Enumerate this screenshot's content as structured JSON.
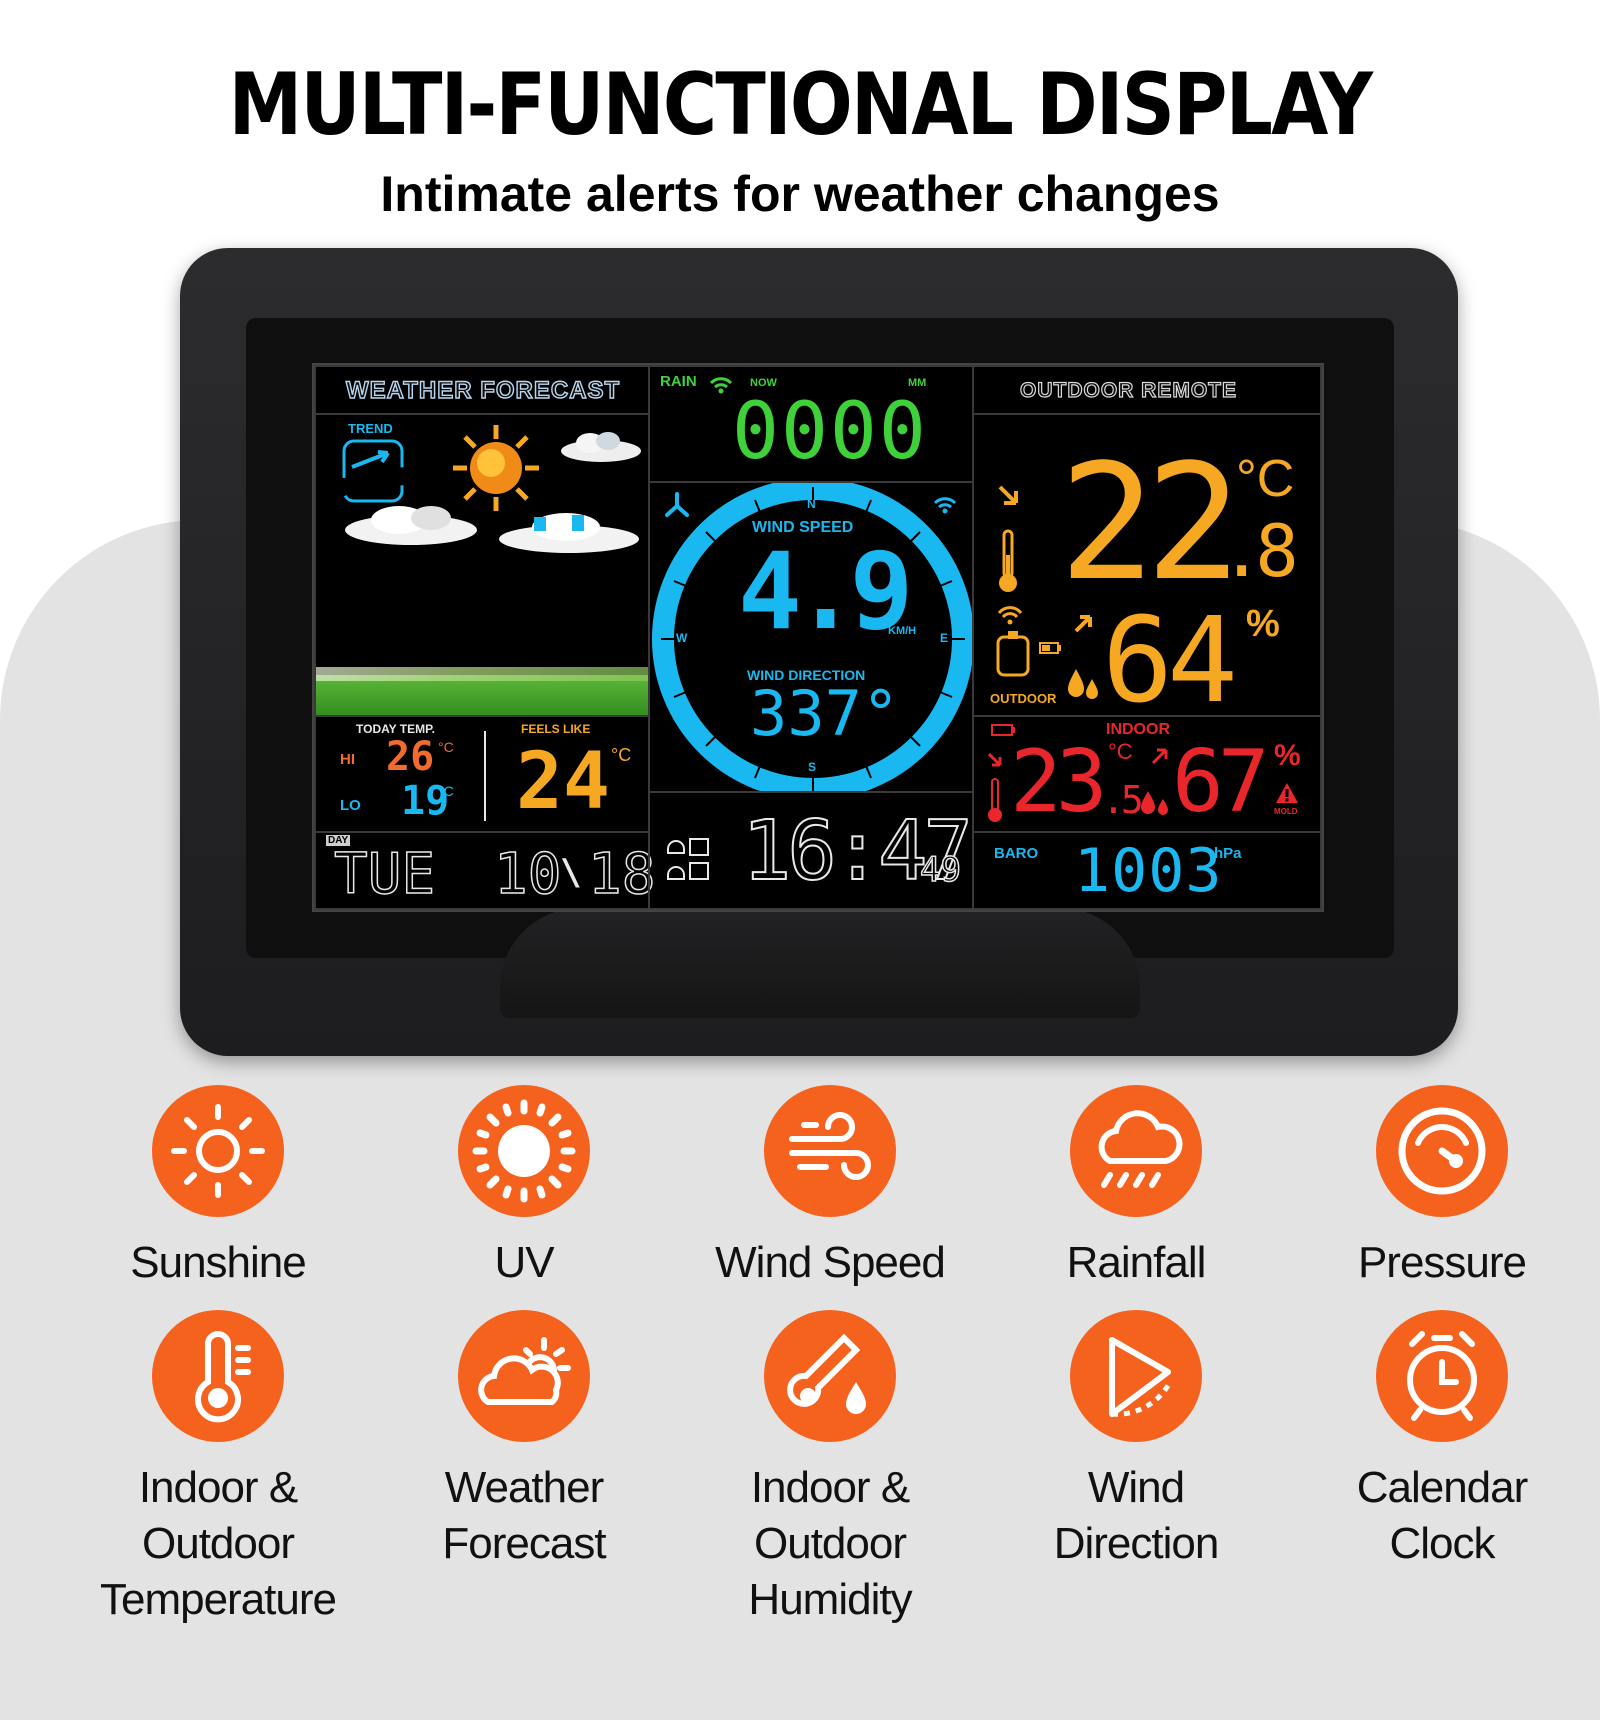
{
  "header": {
    "title": "MULTI-FUNCTIONAL DISPLAY",
    "subtitle": "Intimate alerts for weather changes"
  },
  "screen": {
    "forecast": {
      "title": "WEATHER FORECAST",
      "trend_label": "TREND"
    },
    "rain": {
      "label": "RAIN",
      "now_label": "NOW",
      "unit": "MM",
      "value": "0000"
    },
    "wind": {
      "speed_label": "WIND SPEED",
      "speed_value": "4.9",
      "speed_unit": "KM/H",
      "direction_label": "WIND DIRECTION",
      "direction_value": "337°",
      "compass_n": "N",
      "compass_s": "S",
      "compass_e": "E",
      "compass_w": "W"
    },
    "outdoor": {
      "title": "OUTDOOR REMOTE",
      "temp_main": "22",
      "temp_decimal": ".8",
      "temp_unit": "°C",
      "humidity": "64",
      "humidity_unit": "%",
      "label": "OUTDOOR"
    },
    "today": {
      "label": "TODAY TEMP.",
      "hi_label": "HI",
      "hi_value": "26",
      "lo_label": "LO",
      "lo_value": "19",
      "unit": "°C"
    },
    "feels_like": {
      "label": "FEELS LIKE",
      "value": "24",
      "unit": "°C"
    },
    "indoor": {
      "label": "INDOOR",
      "temp": "23",
      "temp_decimal": ".5",
      "temp_unit": "°C",
      "humidity": "67",
      "humidity_unit": "%",
      "mold_label": "MOLD"
    },
    "date": {
      "day_tag": "DAY",
      "day": "TUE",
      "month": "10",
      "sep": "\\",
      "date": "18"
    },
    "clock": {
      "time": "16:47",
      "seconds": "49"
    },
    "baro": {
      "label": "BARO",
      "value": "1003",
      "unit": "hPa"
    }
  },
  "features": [
    {
      "label": "Sunshine",
      "icon": "sun-outline-icon"
    },
    {
      "label": "UV",
      "icon": "sun-filled-icon"
    },
    {
      "label": "Wind Speed",
      "icon": "wind-icon"
    },
    {
      "label": "Rainfall",
      "icon": "rain-cloud-icon"
    },
    {
      "label": "Pressure",
      "icon": "gauge-icon"
    },
    {
      "label": "Indoor & Outdoor Temperature",
      "icon": "thermometer-icon"
    },
    {
      "label": "Weather Forecast",
      "icon": "partly-cloudy-icon"
    },
    {
      "label": "Indoor & Outdoor Humidity",
      "icon": "humidity-icon"
    },
    {
      "label": "Wind Direction",
      "icon": "wind-vane-icon"
    },
    {
      "label": "Calendar Clock",
      "icon": "alarm-clock-icon"
    }
  ],
  "colors": {
    "accent": "#f5621e",
    "lcd_green": "#3fd13a",
    "lcd_cyan": "#19b8f0",
    "lcd_orange": "#f7a823",
    "lcd_red": "#e8262b",
    "lcd_white": "#e8e8e8"
  }
}
